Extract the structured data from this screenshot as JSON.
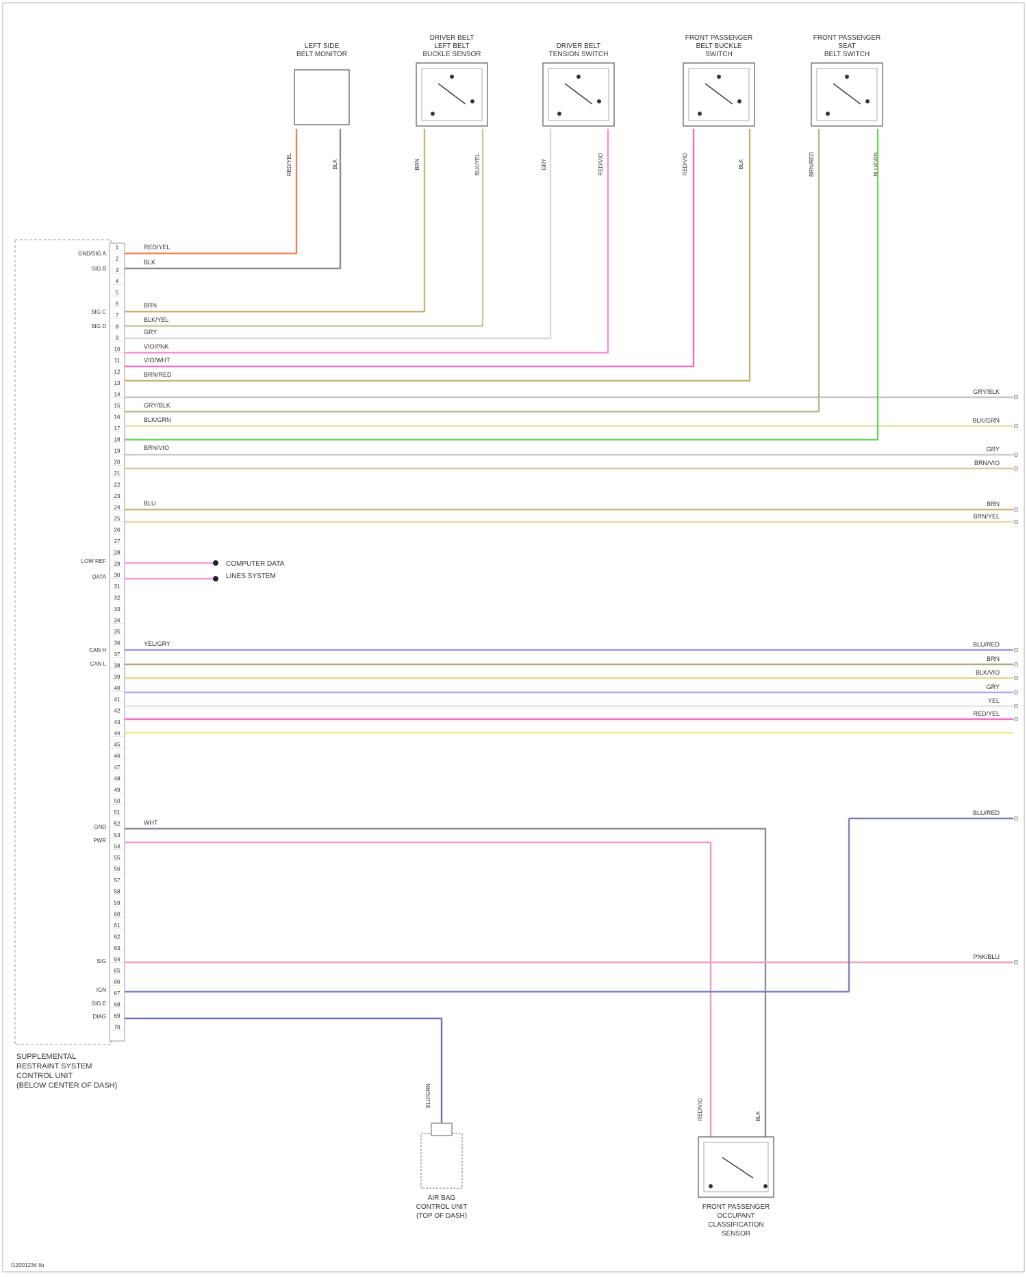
{
  "diagram": {
    "footer_code": "I12001234 Ilu",
    "main_module": {
      "label_lines": [
        "SUPPLEMENTAL",
        "RESTRAINT SYSTEM",
        "CONTROL UNIT",
        "(BELOW CENTER OF DASH)"
      ],
      "pins": [
        "1",
        "2",
        "3",
        "4",
        "5",
        "6",
        "7",
        "8",
        "9",
        "10",
        "11",
        "12",
        "13",
        "14",
        "15",
        "16",
        "17",
        "18",
        "19",
        "20",
        "21",
        "22",
        "23",
        "24",
        "25",
        "26",
        "27",
        "28",
        "29",
        "30",
        "31",
        "32",
        "33",
        "34",
        "35",
        "36",
        "37",
        "38",
        "39",
        "40",
        "41",
        "42",
        "43",
        "44",
        "45",
        "46",
        "47",
        "48",
        "49",
        "50",
        "51",
        "52",
        "53",
        "54",
        "55",
        "56",
        "57",
        "58",
        "59",
        "60",
        "61",
        "62",
        "63",
        "64",
        "65",
        "66",
        "67",
        "68",
        "69",
        "70"
      ]
    },
    "top_components": [
      {
        "id": "c1",
        "lines": [
          "LEFT SIDE",
          "BELT MONITOR"
        ],
        "type": "sensor"
      },
      {
        "id": "c2",
        "lines": [
          "DRIVER BELT",
          "LEFT BELT",
          "BUCKLE SENSOR"
        ],
        "type": "switch"
      },
      {
        "id": "c3",
        "lines": [
          "DRIVER BELT",
          "TENSION SWITCH"
        ],
        "type": "switch"
      },
      {
        "id": "c4",
        "lines": [
          "FRONT PASSENGER",
          "BELT BUCKLE",
          "SWITCH"
        ],
        "type": "switch"
      },
      {
        "id": "c5",
        "lines": [
          "FRONT PASSENGER",
          "SEAT",
          "BELT SWITCH"
        ],
        "type": "switch"
      }
    ],
    "bottom_components": [
      {
        "id": "b1",
        "lines": [
          "AIR BAG",
          "CONTROL UNIT",
          "(TOP OF DASH)"
        ]
      },
      {
        "id": "b2",
        "lines": [
          "FRONT PASSENGER",
          "OCCUPANT",
          "CLASSIFICATION",
          "SENSOR"
        ]
      }
    ],
    "right_labels": [
      "GRY/BLK",
      "BLK/GRN",
      "GRY",
      "BRN/VIO",
      "BRN",
      "BRN/YEL",
      "BLU/RED",
      "BRN",
      "BLK/VIO",
      "GRY",
      "YEL",
      "RED/YEL",
      "BLU/RED",
      "PNK/BLU"
    ],
    "left_pin_labels": [
      "GND/SIG A",
      "SIG B",
      "SIG C",
      "SIG D",
      "LOW REF",
      "DATA",
      "CAN H",
      "CAN L",
      "GND",
      "PWR",
      "SIG",
      "IGN",
      "DIAG",
      "SIG E"
    ],
    "mid_connector_labels": [
      "COMPUTER DATA",
      "LINES SYSTEM"
    ],
    "wire_color_codes": [
      "RED/YEL",
      "BLK",
      "BRN",
      "BLK/YEL",
      "GRY",
      "VIO/PNK",
      "VIO/WHT",
      "BRN/RED",
      "GRY/BLK",
      "BLK/GRN",
      "BRN/VIO",
      "BLU",
      "YEL/GRY",
      "WHT"
    ],
    "component_wire_labels": [
      "RED/YEL",
      "BLK",
      "BRN",
      "BLK/YEL",
      "GRY",
      "RED/VIO",
      "RED/VIO",
      "BLK",
      "BRN/RED",
      "BLU/GRN"
    ]
  }
}
